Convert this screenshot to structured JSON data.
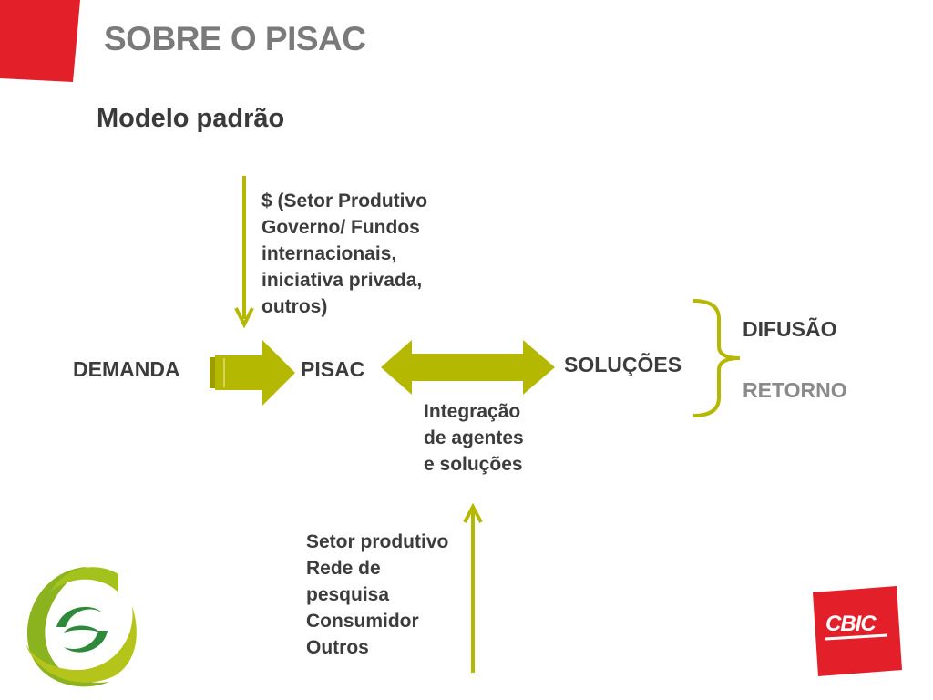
{
  "header": {
    "title": "SOBRE O PISAC",
    "subtitle": "Modelo padrão"
  },
  "diagram": {
    "nodes": {
      "demanda": "DEMANDA",
      "pisac": "PISAC",
      "solucoes": "SOLUÇÕES",
      "difusao": "DIFUSÃO",
      "retorno": "RETORNO"
    },
    "funding_note": [
      "$ (Setor Produtivo",
      "Governo/ Fundos",
      "internacionais,",
      "iniciativa privada,",
      "outros)"
    ],
    "integration_note": [
      "Integração",
      "de agentes",
      "e soluções"
    ],
    "sources_note": [
      "Setor produtivo",
      "Rede de",
      "pesquisa",
      "Consumidor",
      "Outros"
    ]
  },
  "logos": {
    "cbic_text": "CBIC"
  },
  "colors": {
    "accent": "#b5b800",
    "accent_dark": "#9a9c00",
    "brand_red": "#e3202a",
    "text_dark": "#3c3c3c",
    "text_gray": "#7a7a7a"
  }
}
